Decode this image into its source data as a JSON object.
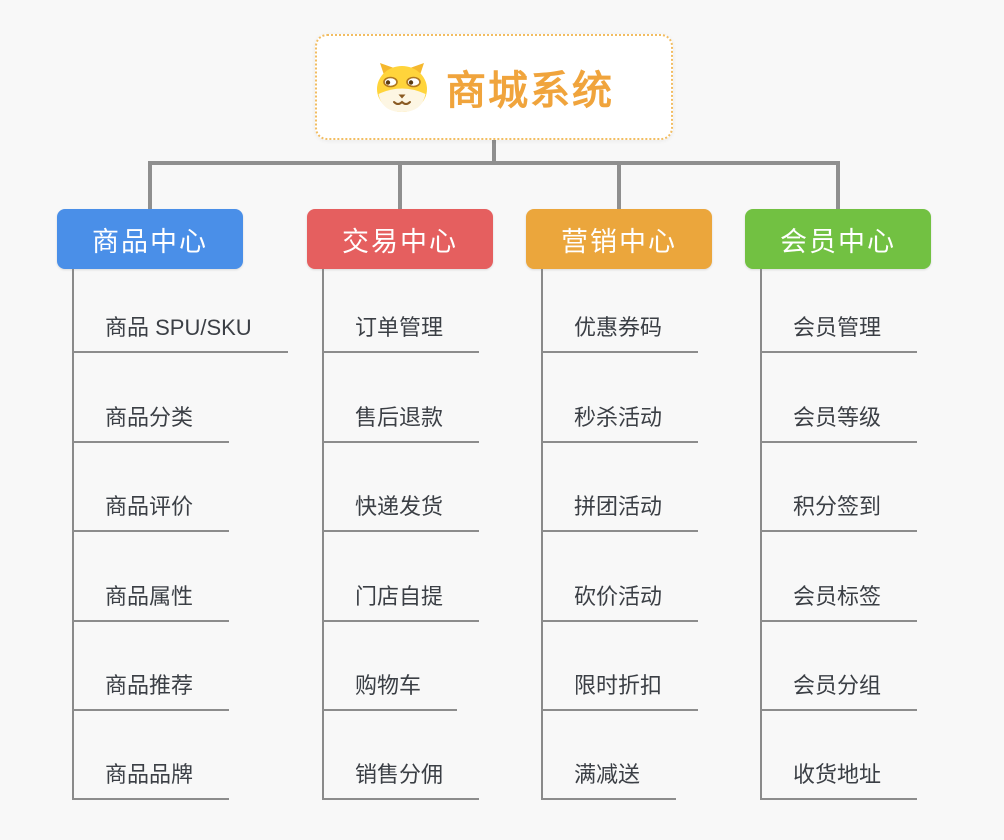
{
  "root": {
    "title": "商城系统",
    "icon": "dog-face-icon",
    "accent_color": "#f0a43c",
    "border_color": "#f2bd62"
  },
  "connector_color": "#8f8f8f",
  "underline_color": "#8c8c8c",
  "background_color": "#f8f8f8",
  "branches": [
    {
      "label": "商品中心",
      "color": "#4a8fe8",
      "items": [
        "商品 SPU/SKU",
        "商品分类",
        "商品评价",
        "商品属性",
        "商品推荐",
        "商品品牌"
      ]
    },
    {
      "label": "交易中心",
      "color": "#e55f5f",
      "items": [
        "订单管理",
        "售后退款",
        "快递发货",
        "门店自提",
        "购物车",
        "销售分佣"
      ]
    },
    {
      "label": "营销中心",
      "color": "#eba63c",
      "items": [
        "优惠券码",
        "秒杀活动",
        "拼团活动",
        "砍价活动",
        "限时折扣",
        "满减送"
      ]
    },
    {
      "label": "会员中心",
      "color": "#72c142",
      "items": [
        "会员管理",
        "会员等级",
        "积分签到",
        "会员标签",
        "会员分组",
        "收货地址"
      ]
    }
  ]
}
